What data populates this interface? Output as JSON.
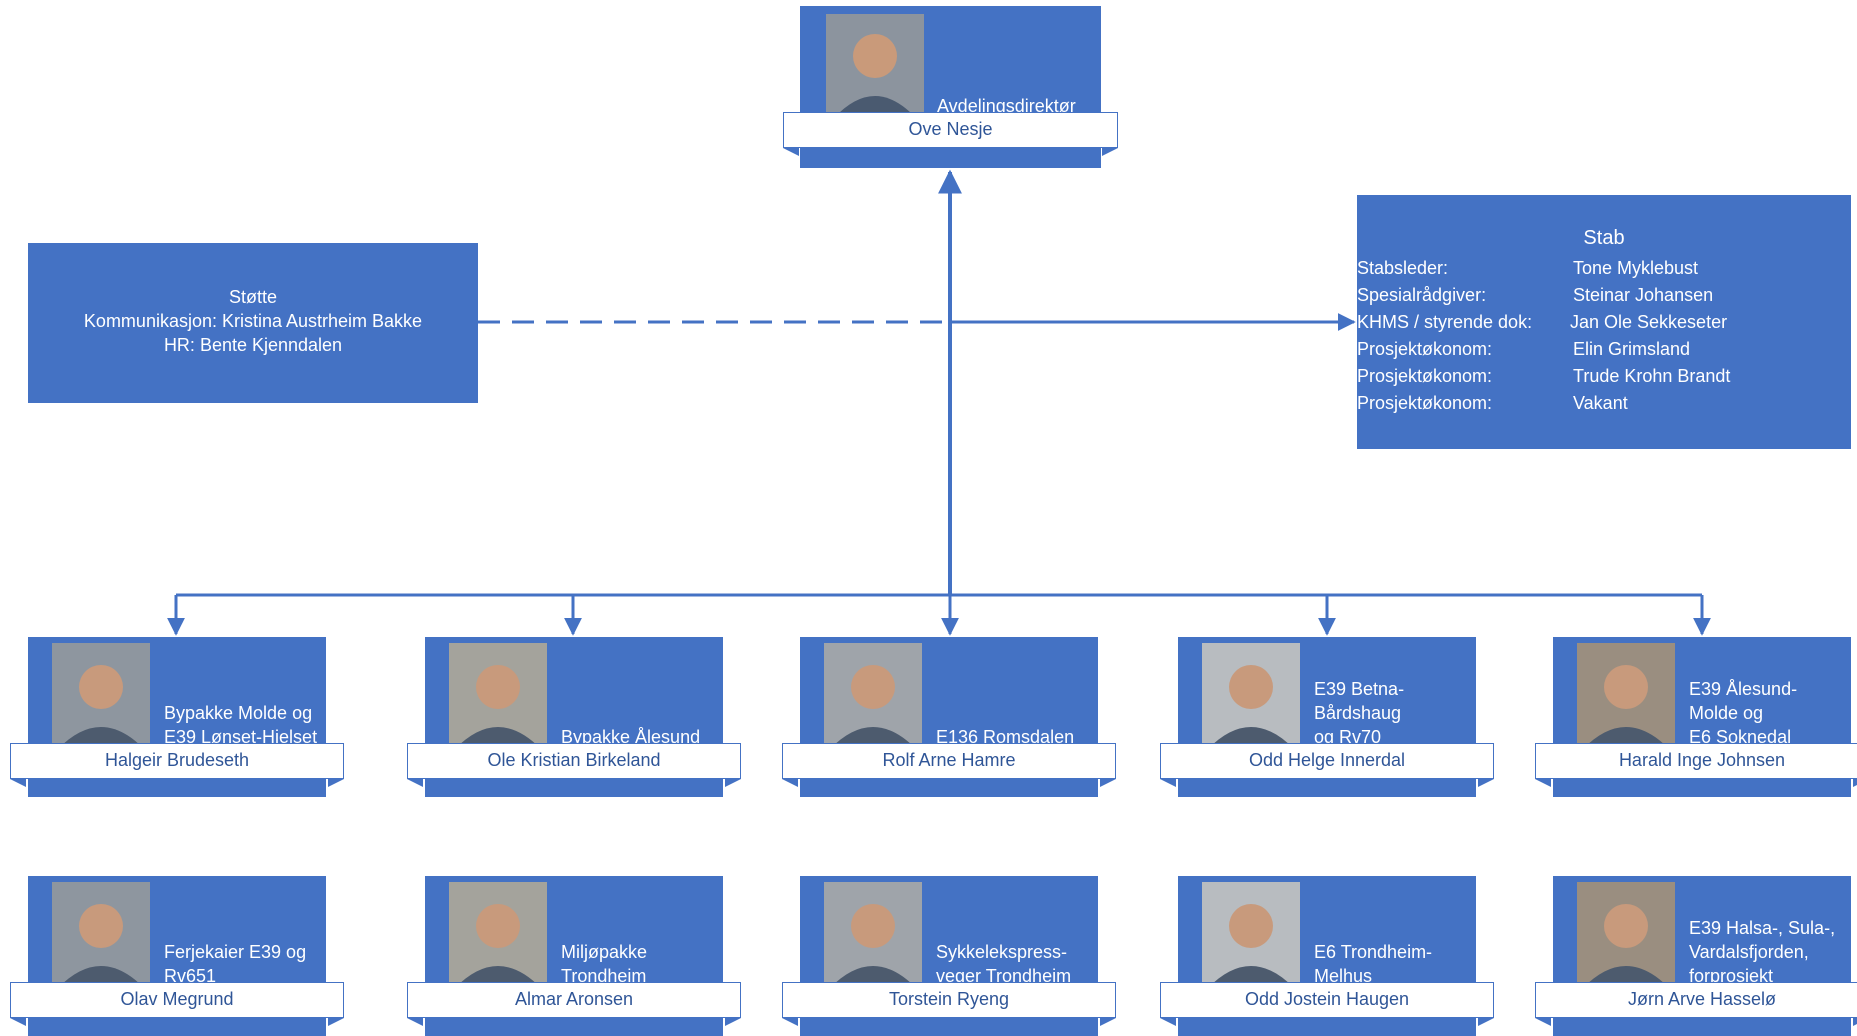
{
  "director": {
    "title": "Avdelingsdirektør",
    "name": "Ove Nesje"
  },
  "support": {
    "title": "Støtte",
    "lines": [
      "Kommunikasjon:  Kristina Austrheim Bakke",
      "HR:  Bente Kjenndalen"
    ]
  },
  "staff": {
    "title": "Stab",
    "rows": [
      {
        "role": "Stabsleder:",
        "name": "Tone Myklebust"
      },
      {
        "role": "Spesialrådgiver:",
        "name": "Steinar Johansen"
      },
      {
        "role": "KHMS / styrende dok:",
        "name": "Jan Ole Sekkeseter"
      },
      {
        "role": "Prosjektøkonom:",
        "name": "Elin Grimsland"
      },
      {
        "role": "Prosjektøkonom:",
        "name": "Trude Krohn Brandt"
      },
      {
        "role": "Prosjektøkonom:",
        "name": "Vakant"
      }
    ]
  },
  "row1": [
    {
      "role": [
        "Bypakke Molde og",
        "E39 Lønset-Hjelset"
      ],
      "name": "Halgeir Brudeseth"
    },
    {
      "role": [
        "Bypakke Ålesund"
      ],
      "name": "Ole Kristian Birkeland"
    },
    {
      "role": [
        "E136 Romsdalen"
      ],
      "name": "Rolf Arne Hamre"
    },
    {
      "role": [
        "E39 Betna-",
        "Bårdshaug",
        "og Rv70"
      ],
      "name": "Odd Helge Innerdal"
    },
    {
      "role": [
        "E39 Ålesund-",
        "Molde og",
        "E6 Soknedal"
      ],
      "name": "Harald Inge Johnsen"
    }
  ],
  "row2": [
    {
      "role": [
        "Ferjekaier E39 og",
        "Rv651"
      ],
      "name": "Olav Megrund"
    },
    {
      "role": [
        "Miljøpakke",
        "Trondheim"
      ],
      "name": "Almar Aronsen"
    },
    {
      "role": [
        "Sykkelekspress-",
        "veger Trondheim"
      ],
      "name": "Torstein Ryeng"
    },
    {
      "role": [
        "E6 Trondheim-",
        "Melhus"
      ],
      "name": "Odd Jostein Haugen"
    },
    {
      "role": [
        "E39 Halsa-, Sula-,",
        "Vardalsfjorden,",
        "forprosjekt"
      ],
      "name": "Jørn Arve Hasselø"
    }
  ],
  "colors": {
    "box": "#4472c4",
    "line": "#4472c4",
    "banner_text": "#2f5597"
  }
}
